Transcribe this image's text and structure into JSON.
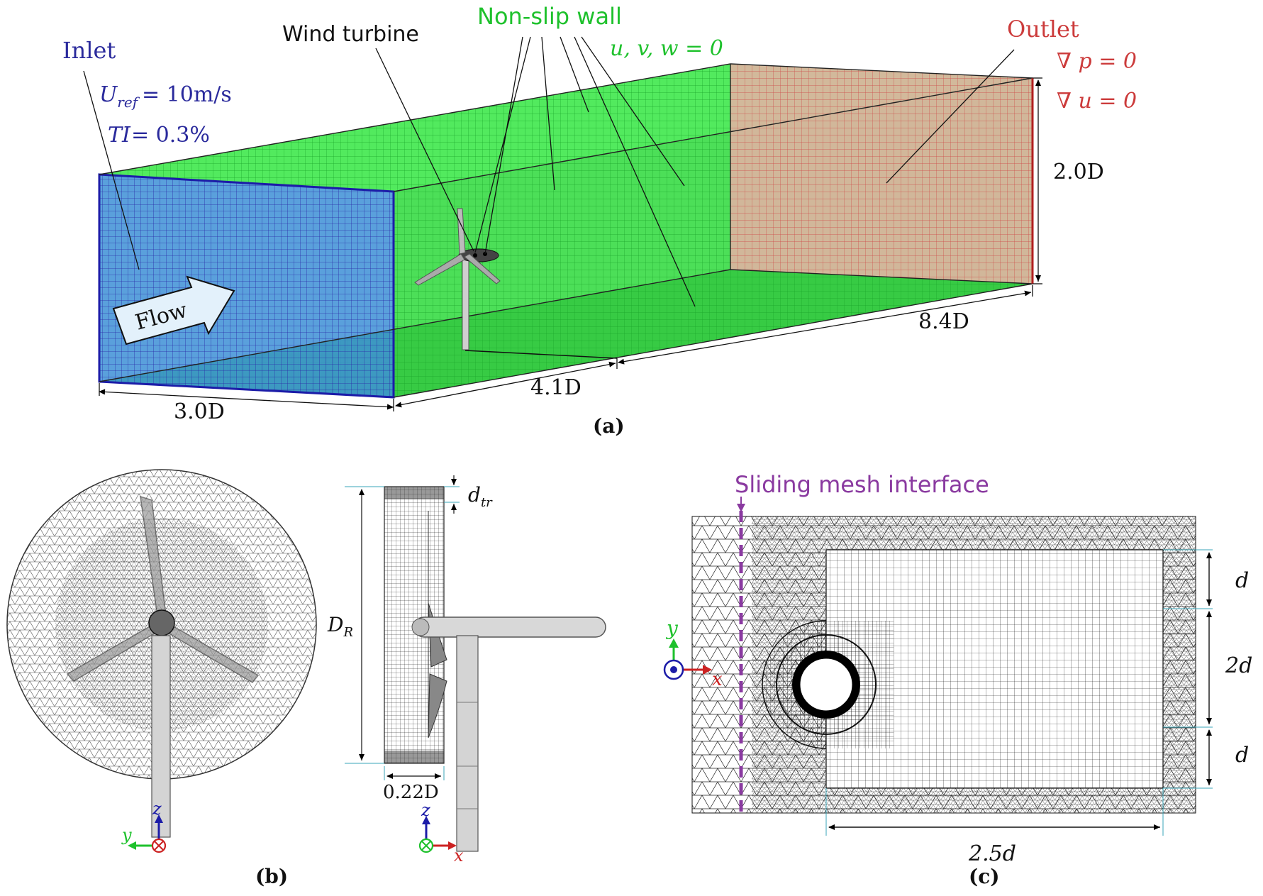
{
  "panel_a": {
    "caption": "(a)",
    "inlet": {
      "title": "Inlet",
      "uref_sym": "U",
      "uref_sub": "ref",
      "uref_val": " = 10m/s",
      "ti_sym": "TI",
      "ti_val": "  = 0.3%"
    },
    "wind_turbine": "Wind turbine",
    "wall": {
      "title": "Non-slip wall",
      "bc": "u, v, w = 0"
    },
    "outlet": {
      "title": "Outlet",
      "bc1": "∇ p = 0",
      "bc2": "∇ u = 0"
    },
    "flow": "Flow",
    "dims": {
      "height": "2.0D",
      "width": "3.0D",
      "upstream": "4.1D",
      "downstream": "8.4D"
    }
  },
  "panel_b": {
    "caption": "(b)",
    "d_tr": "d",
    "d_tr_sub": "tr",
    "d_r": "D",
    "d_r_sub": "R",
    "thickness": "0.22D",
    "axes_front": {
      "z": "z",
      "y": "y"
    },
    "axes_side": {
      "z": "z",
      "x": "x"
    }
  },
  "panel_c": {
    "caption": "(c)",
    "interface": "Sliding mesh interface",
    "dims": {
      "top": "d",
      "middle": "2d",
      "bottom": "d",
      "length": "2.5d"
    },
    "axes": {
      "y": "y",
      "x": "x"
    }
  },
  "colors": {
    "inlet": "#2a2a9c",
    "wall": "#2fd23a",
    "outlet": "#cc3b3b",
    "interface": "#8a3aa0",
    "mesh": "#000000"
  }
}
